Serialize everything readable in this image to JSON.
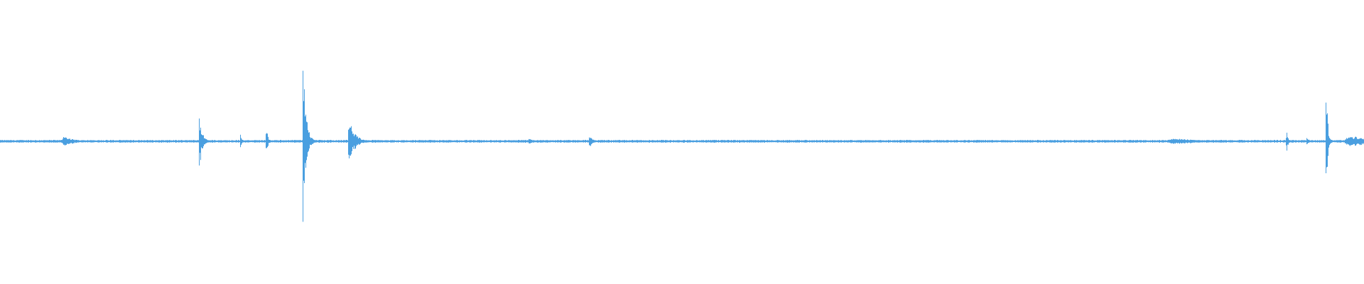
{
  "waveform": {
    "color": "#4a9fe0",
    "background": "#ffffff",
    "baseline_amplitude": 0.008,
    "bursts": [
      {
        "t": 0.047,
        "amp": 0.04,
        "width": 0.006
      },
      {
        "t": 0.146,
        "amp": 0.22,
        "width": 0.002
      },
      {
        "t": 0.176,
        "amp": 0.07,
        "width": 0.001
      },
      {
        "t": 0.195,
        "amp": 0.14,
        "width": 0.001
      },
      {
        "t": 0.222,
        "amp": 0.68,
        "width": 0.002
      },
      {
        "t": 0.256,
        "amp": 0.16,
        "width": 0.004
      },
      {
        "t": 0.388,
        "amp": 0.02,
        "width": 0.003
      },
      {
        "t": 0.432,
        "amp": 0.05,
        "width": 0.002
      },
      {
        "t": 0.861,
        "amp": 0.02,
        "width": 0.02
      },
      {
        "t": 0.943,
        "amp": 0.11,
        "width": 0.001
      },
      {
        "t": 0.958,
        "amp": 0.04,
        "width": 0.001
      },
      {
        "t": 0.972,
        "amp": 0.57,
        "width": 0.001
      },
      {
        "t": 0.99,
        "amp": 0.04,
        "width": 0.015
      }
    ]
  }
}
